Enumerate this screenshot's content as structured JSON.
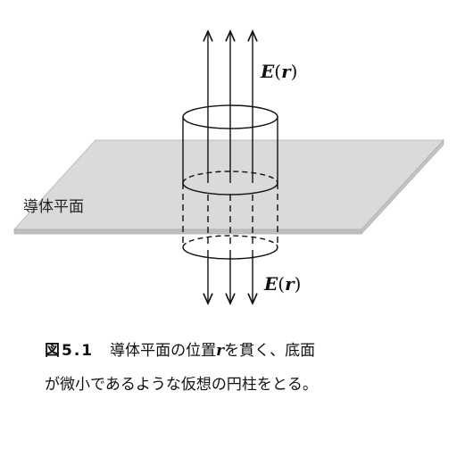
{
  "diagram": {
    "plane_label": "導体平面",
    "field_label_top": {
      "prefix": "E",
      "open": "(",
      "var": "r",
      "close": ")"
    },
    "field_label_bottom": {
      "prefix": "E",
      "open": "(",
      "var": "r",
      "close": ")"
    }
  },
  "caption": {
    "figure_number": "図5.1",
    "line1_before": "導体平面の位置",
    "line1_var": "r",
    "line1_after": "を貫く、底面",
    "line2": "が微小であるような仮想の円柱をとる。"
  }
}
